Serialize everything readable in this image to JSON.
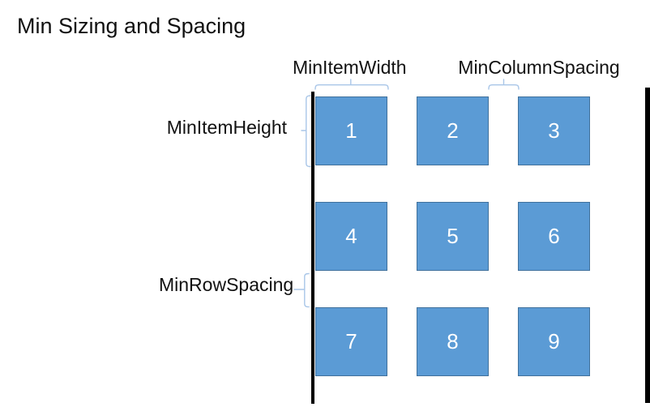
{
  "title": "Min Sizing and Spacing",
  "labels": {
    "min_item_width": "MinItemWidth",
    "min_column_spacing": "MinColumnSpacing",
    "min_item_height": "MinItemHeight",
    "min_row_spacing": "MinRowSpacing"
  },
  "grid": {
    "rows": 3,
    "columns": 3,
    "items": [
      "1",
      "2",
      "3",
      "4",
      "5",
      "6",
      "7",
      "8",
      "9"
    ]
  },
  "colors": {
    "box_fill": "#5B9BD5",
    "box_border": "#41719C",
    "number_text": "#FFFFFF",
    "brace": "#A9C6E8",
    "edge_line": "#000000",
    "label_text": "#111111"
  }
}
